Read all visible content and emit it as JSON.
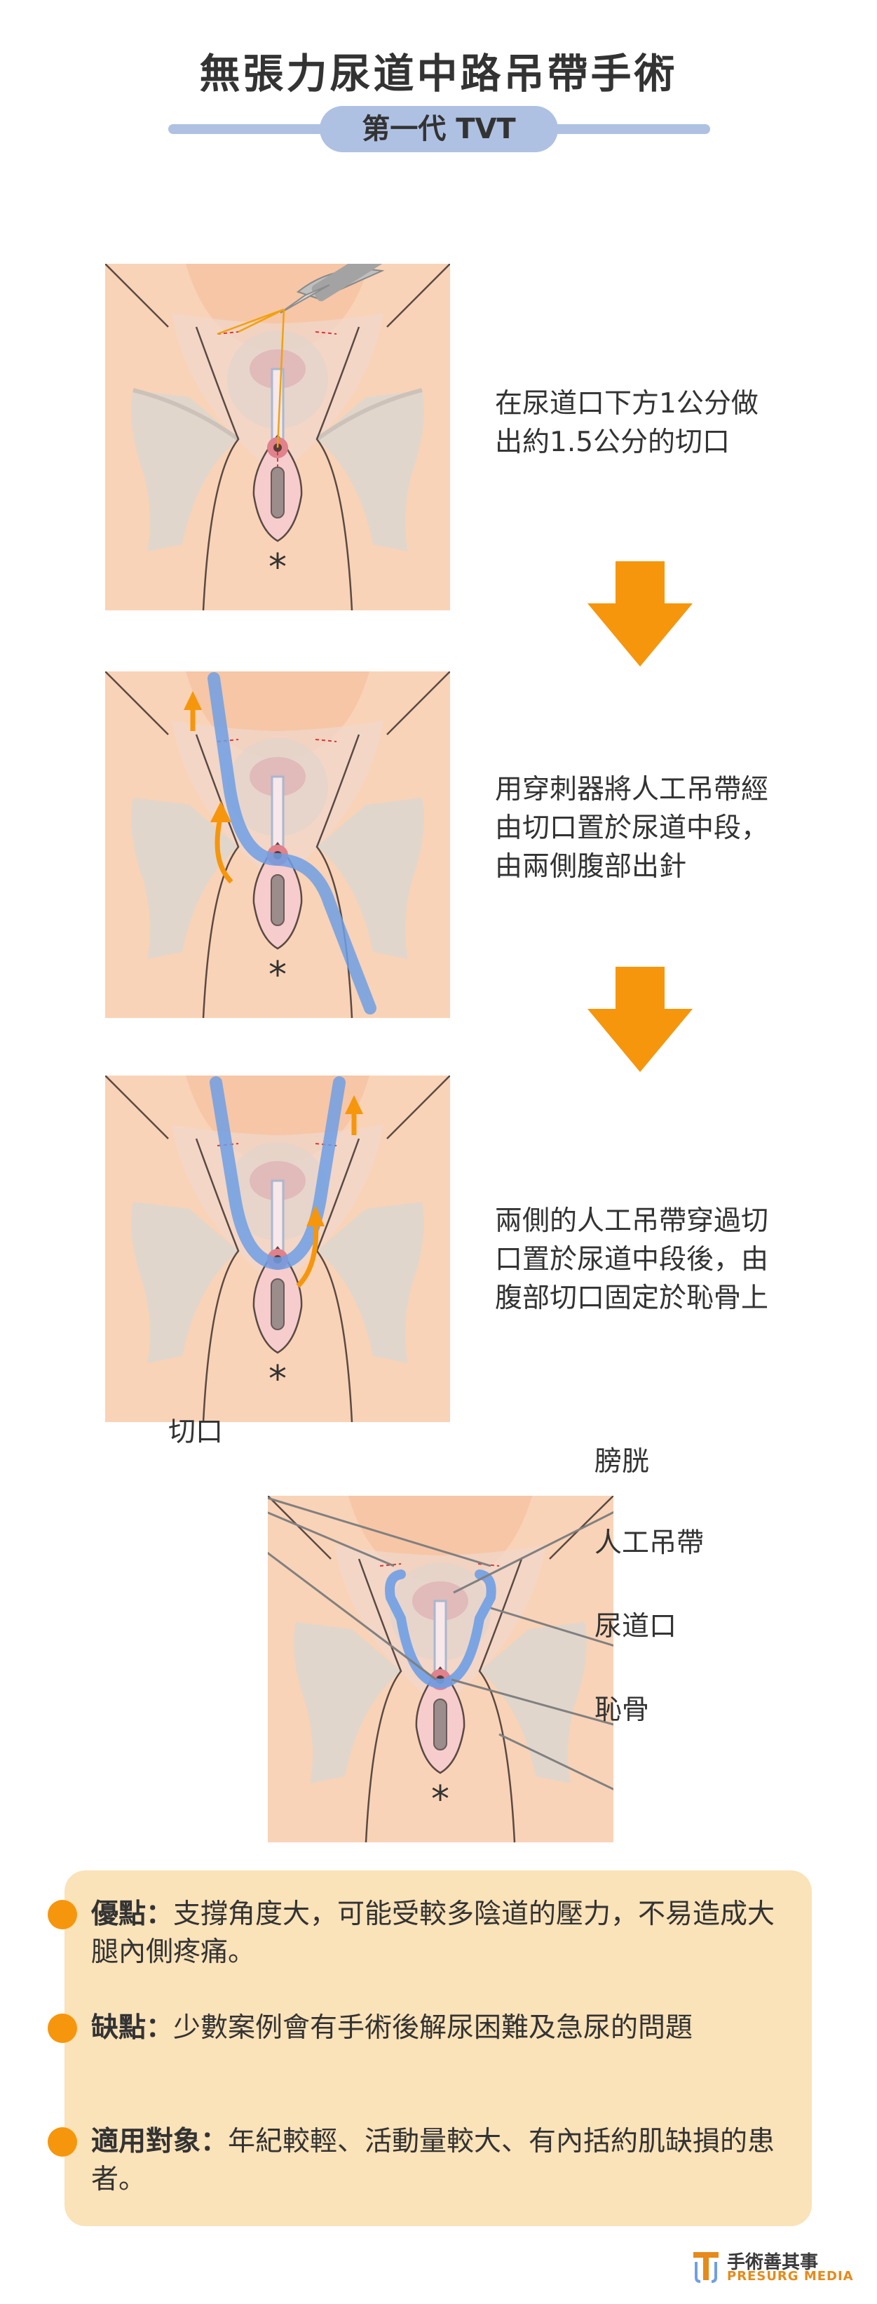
{
  "title": "無張力尿道中路吊帶手術",
  "subtitle": "第一代 TVT",
  "steps": [
    {
      "text": "在尿道口下方1公分做\n出約1.5公分的切口"
    },
    {
      "text": "用穿刺器將人工吊帶經\n由切口置於尿道中段，\n由兩側腹部出針"
    },
    {
      "text": "兩側的人工吊帶穿過切\n口置於尿道中段後，由\n腹部切口固定於恥骨上"
    }
  ],
  "anatomy_mark": "*",
  "labels": {
    "incision": "切口",
    "bladder": "膀胱",
    "sling": "人工吊帶",
    "urethral_opening": "尿道口",
    "pubic_bone": "恥骨"
  },
  "info": [
    {
      "label": "優點：",
      "text": "支撐角度大，可能受較多陰道的壓力，不易造成大腿內側疼痛。"
    },
    {
      "label": "缺點：",
      "text": "少數案例會有手術後解尿困難及急尿的問題"
    },
    {
      "label": "適用對象：",
      "text": "年紀較輕、活動量較大、有內括約肌缺損的患者。"
    }
  ],
  "logo": {
    "name": "手術善其事",
    "sub": "PRESURG MEDIA"
  },
  "colors": {
    "skin": "#f6c6a6",
    "skin_dark": "#e9a983",
    "bone": "#e2d8cf",
    "bladder": "#e79aa1",
    "sling": "#6f9fe4",
    "arrow": "#f6960c",
    "subtitle_bg": "#aec1e3",
    "info_bg": "#fae2b9"
  }
}
